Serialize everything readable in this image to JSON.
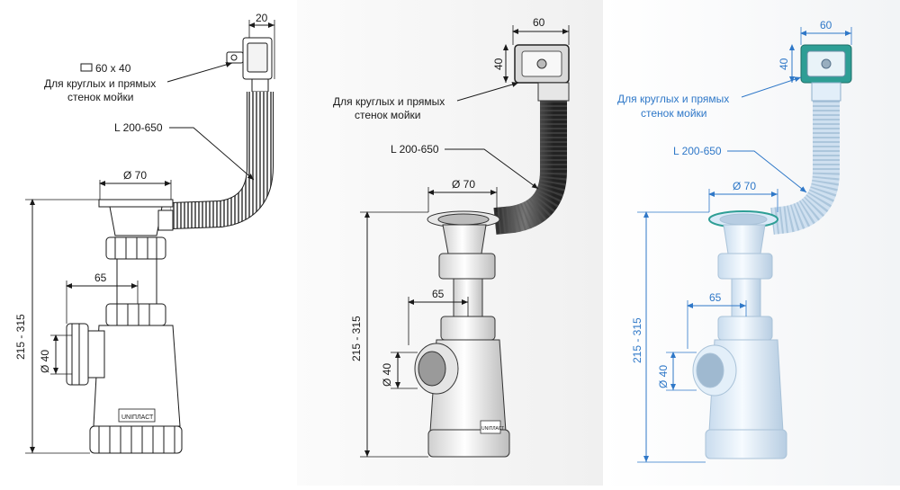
{
  "panels": [
    {
      "variant": "technical-drawing",
      "labels": {
        "hose_dim": "20",
        "grate_size": "60 x 40",
        "wall_line1": "Для круглых и прямых",
        "wall_line2": "стенок мойки",
        "hose_length": "L 200-650",
        "bowl_diameter": "Ø 70",
        "outlet_offset": "65",
        "outlet_diameter": "Ø 40",
        "height_range": "215 - 315",
        "brand": "UNIПЛАСТ"
      }
    },
    {
      "variant": "shaded-render",
      "labels": {
        "grate_width": "60",
        "grate_height": "40",
        "wall_line1": "Для круглых и прямых",
        "wall_line2": "стенок мойки",
        "hose_length": "L 200-650",
        "bowl_diameter": "Ø 70",
        "outlet_offset": "65",
        "outlet_diameter": "Ø 40",
        "height_range": "215 - 315",
        "brand": "UNIПЛАСТ"
      }
    },
    {
      "variant": "color-render",
      "labels": {
        "grate_width": "60",
        "grate_height": "40",
        "wall_line1": "Для круглых и прямых",
        "wall_line2": "стенок мойки",
        "hose_length": "L 200-650",
        "bowl_diameter": "Ø 70",
        "outlet_offset": "65",
        "outlet_diameter": "Ø 40",
        "height_range": "215 - 315"
      }
    }
  ],
  "colors": {
    "ink": "#1a1a1a",
    "blue_annotation": "#2f78c8",
    "plastic_white": "#f4f4f4",
    "plastic_blue": "#dbeaf8",
    "gasket_teal": "#2e9e95"
  }
}
